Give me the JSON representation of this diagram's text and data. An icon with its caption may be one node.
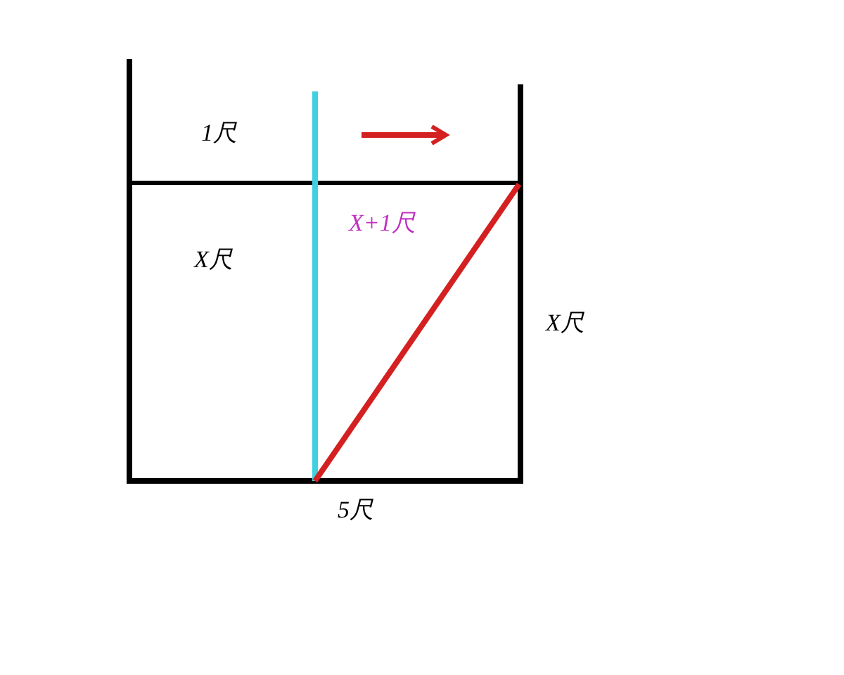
{
  "diagram": {
    "labels": [
      "1尺",
      "X尺",
      "X+1尺",
      "X尺",
      "5尺"
    ]
  }
}
